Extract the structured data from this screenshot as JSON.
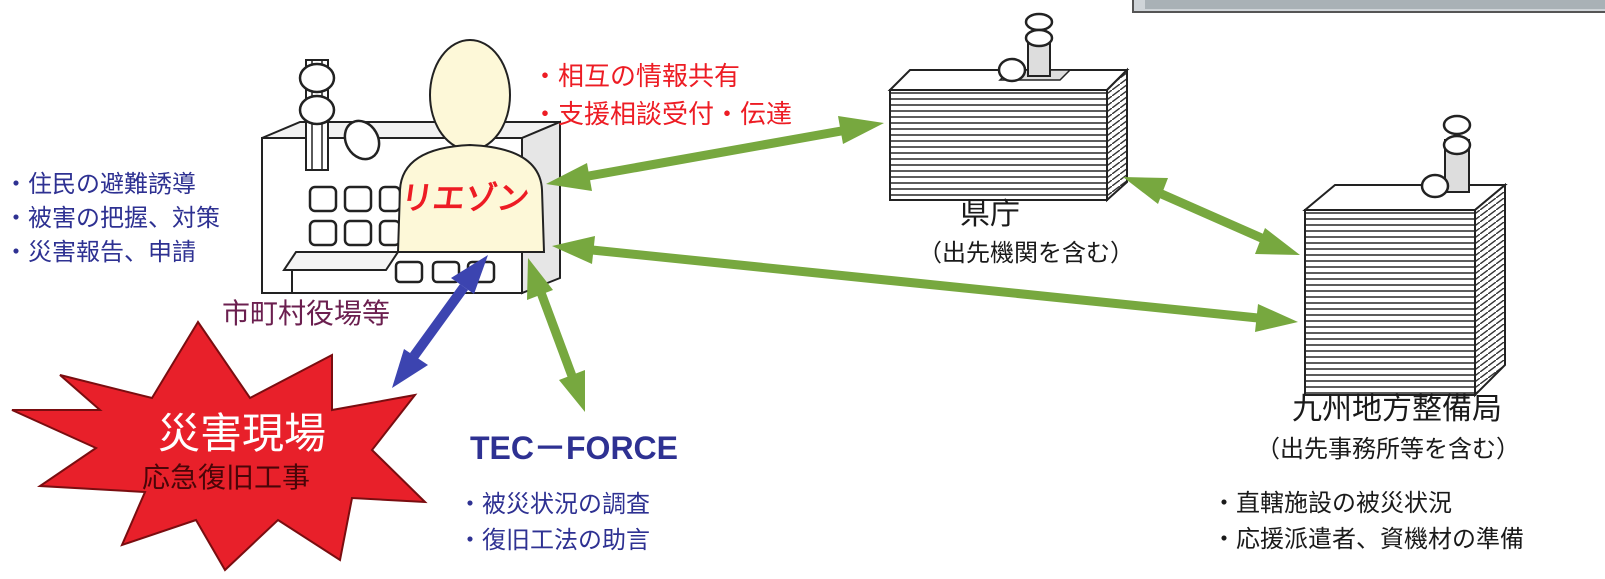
{
  "colors": {
    "blue_text": "#2e3192",
    "red_text": "#ed1c24",
    "purple_text": "#6b1f4f",
    "green_arrow": "#77a83f",
    "blue_arrow": "#3c44b0",
    "liaison_fill": "#fdf8d8",
    "liaison_text": "#ed1c24",
    "burst_fill": "#e8202a"
  },
  "left_tasks": [
    "・住民の避難誘導",
    "・被害の把握、対策",
    "・災害報告、申請"
  ],
  "info_items": [
    "・相互の情報共有",
    "・支援相談受付・伝達"
  ],
  "liaison": {
    "label": "リエゾン"
  },
  "municipal_office": {
    "label": "市町村役場等"
  },
  "prefecture": {
    "name": "県庁",
    "sub": "（出先機関を含む）"
  },
  "kyushu": {
    "name": "九州地方整備局",
    "sub": "（出先事務所等を含む）",
    "tasks": [
      "・直轄施設の被災状況",
      "・応援派遣者、資機材の準備"
    ]
  },
  "tec_force": {
    "title": "TEC－FORCE",
    "tasks": [
      "・被災状況の調査",
      "・復旧工法の助言"
    ]
  },
  "disaster_site": {
    "title": "災害現場",
    "sub": "応急復旧工事"
  }
}
